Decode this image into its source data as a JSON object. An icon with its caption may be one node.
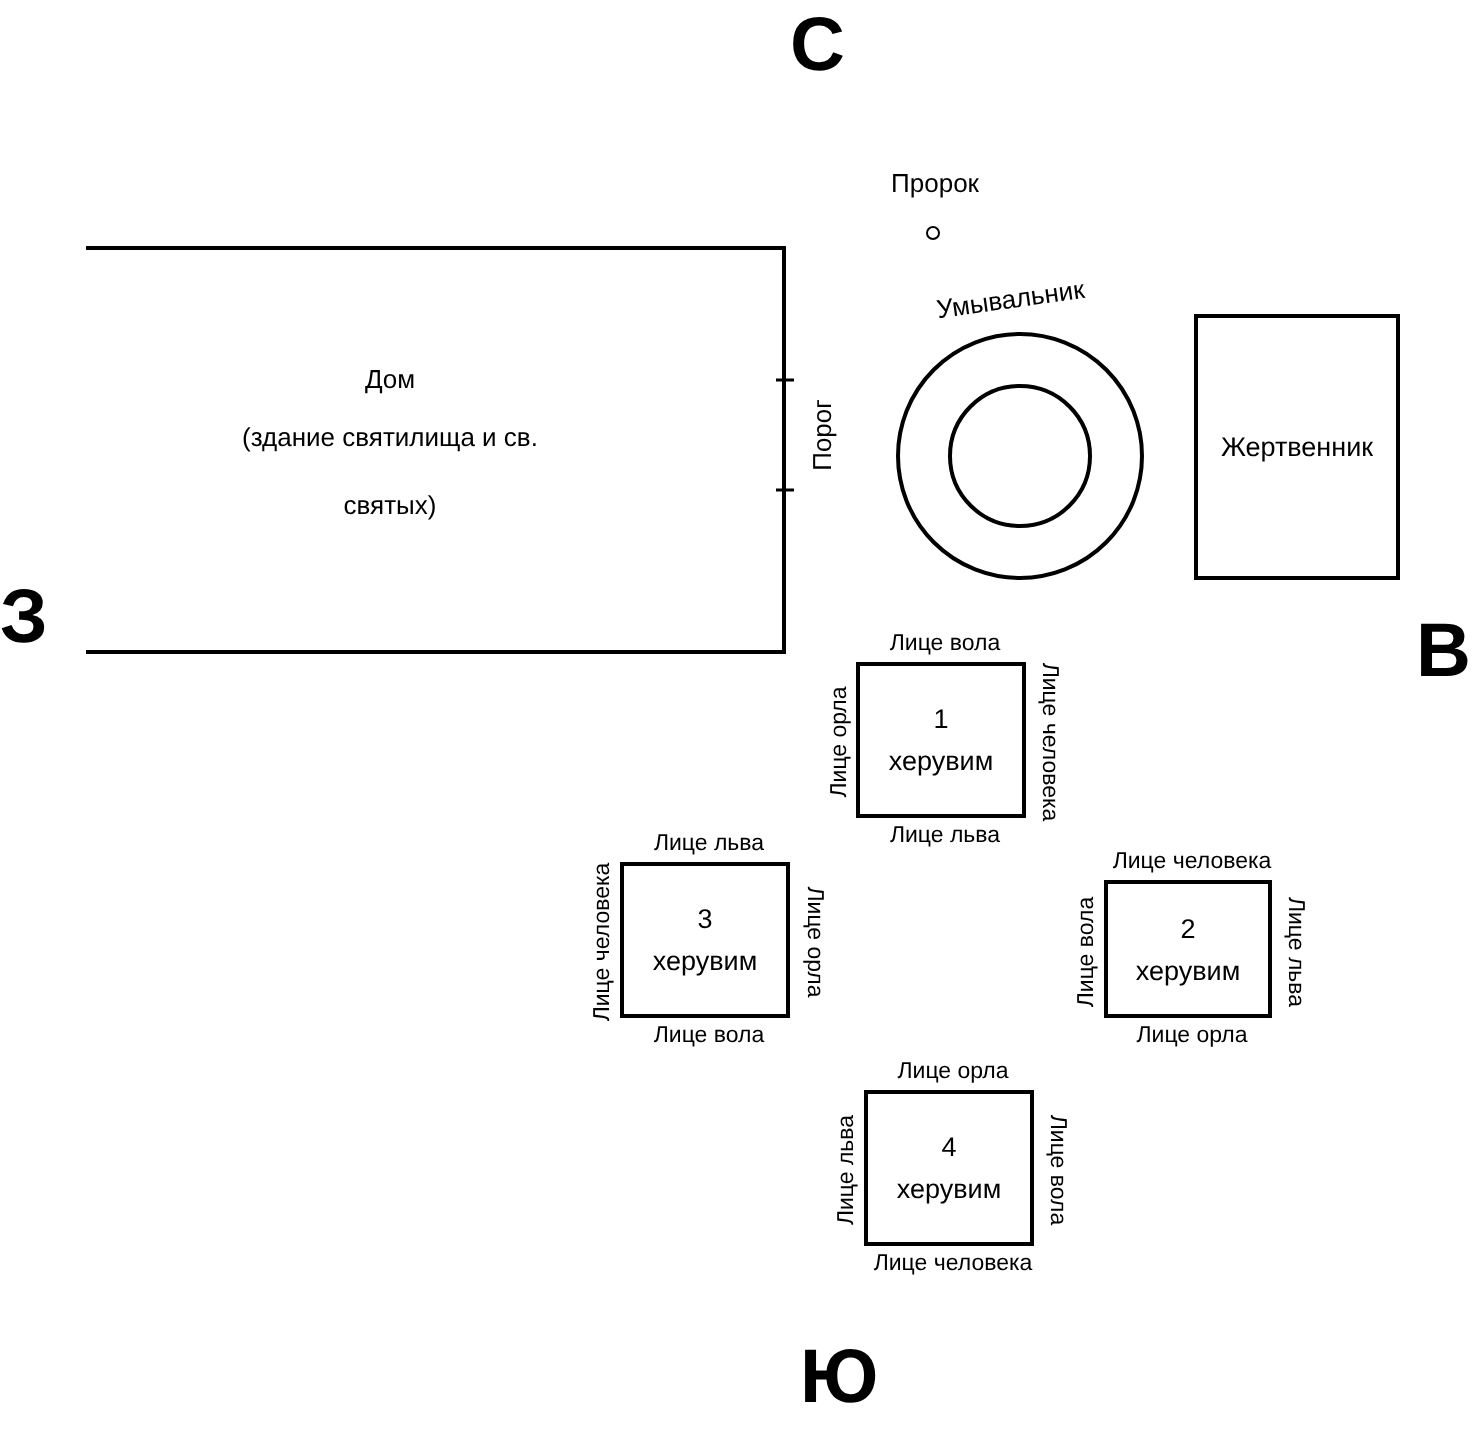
{
  "diagram": {
    "nodes": [
      {
        "text": [
          "Дом",
          "(здание святилища и св. святых)"
        ]
      },
      {
        "text": [],
        "shape": "circle",
        "beside": [
          "Пророк"
        ]
      },
      {
        "text": [
          "Умывальник"
        ]
      },
      {
        "text": [
          "Жертвенник"
        ]
      },
      {
        "text": [
          "1",
          "херувим"
        ],
        "beside": [
          "Лице вола",
          "Лице орла",
          "Лице человека",
          "Лице льва"
        ]
      },
      {
        "text": [
          "3",
          "херувим"
        ],
        "beside": [
          "Лице льва",
          "Лице человека",
          "Лице орла",
          "Лице вола"
        ]
      },
      {
        "text": [
          "2",
          "херувим"
        ],
        "beside": [
          "Лице человека",
          "Лице вола",
          "Лице льва",
          "Лице орла"
        ]
      },
      {
        "text": [
          "4",
          "херувим"
        ],
        "beside": [
          "Лице орла",
          "Лице льва",
          "Лице вола",
          "Лице человека"
        ]
      }
    ],
    "edges": [],
    "labels": [
      "С",
      "Порог",
      "З",
      "В",
      "Ю"
    ]
  }
}
